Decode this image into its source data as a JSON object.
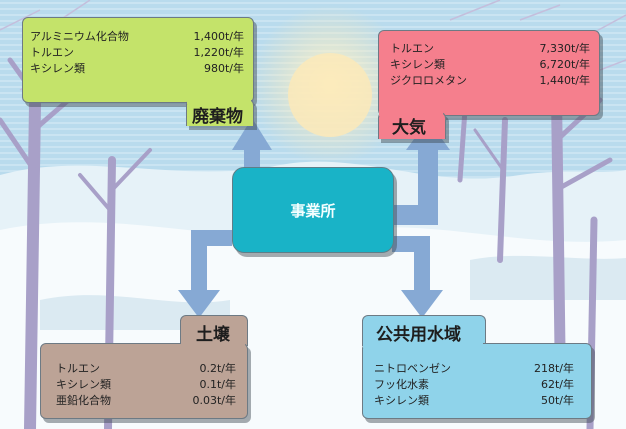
{
  "center": {
    "label": "事業所"
  },
  "waste": {
    "title": "廃棄物",
    "rows": [
      {
        "label": "アルミニウム化合物",
        "amount": "1,400t/年"
      },
      {
        "label": "トルエン",
        "amount": "1,220t/年"
      },
      {
        "label": "キシレン類",
        "amount": "980t/年"
      }
    ]
  },
  "air": {
    "title": "大気",
    "rows": [
      {
        "label": "トルエン",
        "amount": "7,330t/年"
      },
      {
        "label": "キシレン類",
        "amount": "6,720t/年"
      },
      {
        "label": "ジクロロメタン",
        "amount": "1,440t/年"
      }
    ]
  },
  "soil": {
    "title": "土壌",
    "rows": [
      {
        "label": "トルエン",
        "amount": "0.2t/年"
      },
      {
        "label": "キシレン類",
        "amount": "0.1t/年"
      },
      {
        "label": "亜鉛化合物",
        "amount": "0.03t/年"
      }
    ]
  },
  "water": {
    "title": "公共用水域",
    "rows": [
      {
        "label": "ニトロベンゼン",
        "amount": "218t/年"
      },
      {
        "label": "フッ化水素",
        "amount": "62t/年"
      },
      {
        "label": "キシレン類",
        "amount": "50t/年"
      }
    ]
  },
  "colors": {
    "waste": "#c4e36a",
    "air": "#f57f8d",
    "soil": "#bca396",
    "water": "#8fd3ea",
    "center": "#19b3c7",
    "arrow": "#86a9d4",
    "sky": "#b7dcee",
    "snow": "#f7fbfd",
    "trees": "#a8a0c8"
  }
}
